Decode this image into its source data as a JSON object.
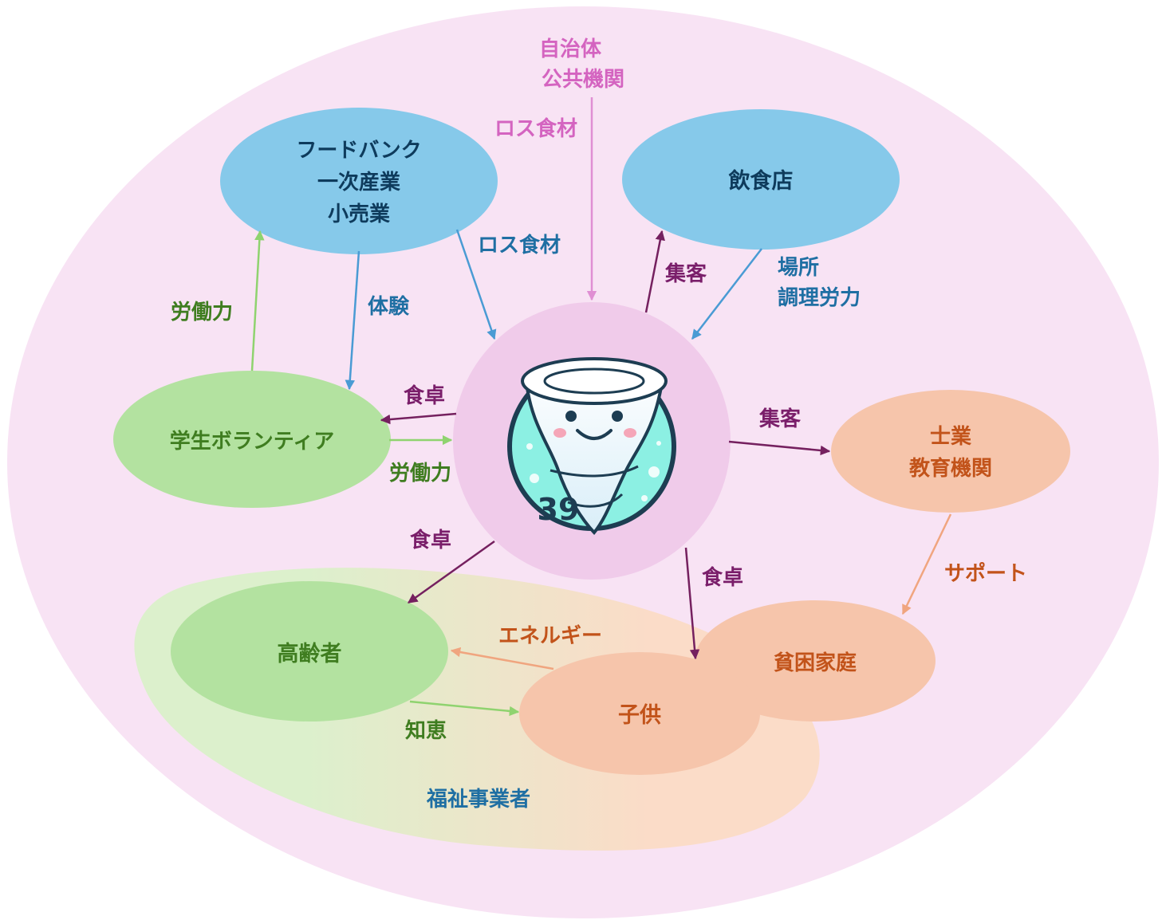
{
  "colors": {
    "outer_bg": "#f8e3f4",
    "hub_bg": "#f0cbea",
    "blue_node": "#86c9ea",
    "green_node": "#b3e2a0",
    "orange_node": "#f6c5ab",
    "welfare_green": "#dcf0cc",
    "welfare_peach": "#fbdcc8",
    "pink_text": "#d464c0",
    "blue_text": "#1f6fa3",
    "dark_text": "#0e3b5c",
    "green_text": "#3f7d20",
    "purple_text": "#7a1e6a",
    "orange_text": "#c2531a",
    "arrow_blue": "#4a9bd4",
    "arrow_green": "#8fd36f",
    "arrow_purple": "#75205f",
    "arrow_pink": "#e08fd3",
    "arrow_orange": "#f0a57f"
  },
  "hub": {
    "badge": "39",
    "icon": "tornado-mascot-icon"
  },
  "nodes": {
    "municipality": {
      "line1": "自治体",
      "line2": "公共機関"
    },
    "foodbank": {
      "line1": "フードバンク",
      "line2": "一次産業",
      "line3": "小売業"
    },
    "restaurant": {
      "label": "飲食店"
    },
    "students": {
      "label": "学生ボランティア"
    },
    "professional": {
      "line1": "士業",
      "line2": "教育機関"
    },
    "elderly": {
      "label": "高齢者"
    },
    "children": {
      "label": "子供"
    },
    "poor_family": {
      "label": "貧困家庭"
    },
    "welfare": {
      "label": "福祉事業者"
    }
  },
  "edges": {
    "municipality_to_hub": "ロス食材",
    "foodbank_to_hub": "ロス食材",
    "foodbank_to_students": "体験",
    "students_to_foodbank": "労働力",
    "hub_to_restaurant": "集客",
    "restaurant_to_hub": {
      "line1": "場所",
      "line2": "調理労力"
    },
    "hub_to_students": "食卓",
    "students_to_hub": "労働力",
    "hub_to_professional": "集客",
    "professional_to_poor": "サポート",
    "hub_to_elderly": "食卓",
    "hub_to_children": "食卓",
    "children_to_elderly": "エネルギー",
    "elderly_to_children": "知恵"
  }
}
